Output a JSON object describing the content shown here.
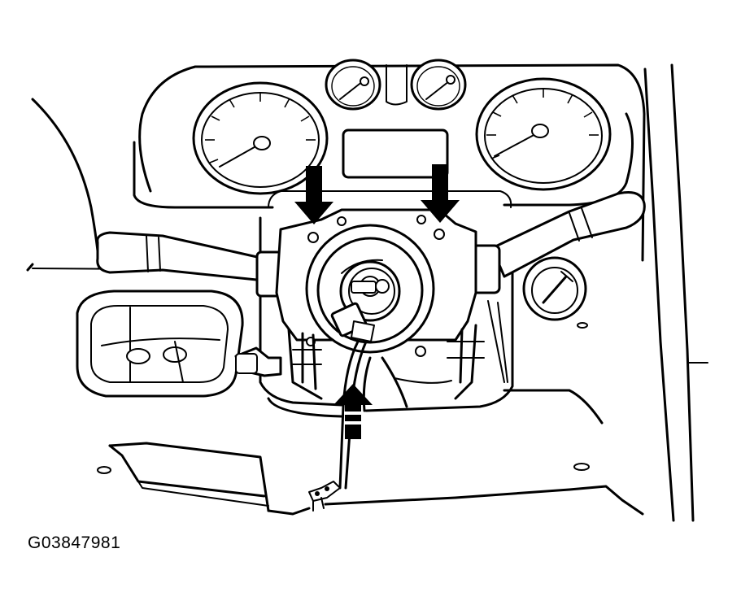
{
  "figure": {
    "id_label": "G03847981"
  },
  "callouts": [
    {
      "name": "left-release-arrow",
      "direction": "down",
      "points_to": "left-clockspring-screw"
    },
    {
      "name": "right-release-arrow",
      "direction": "down",
      "points_to": "right-clockspring-screw"
    },
    {
      "name": "connector-arrow",
      "direction": "up",
      "points_to": "lower-electrical-connector"
    }
  ],
  "colors": {
    "line": "#000000",
    "background": "#ffffff"
  }
}
